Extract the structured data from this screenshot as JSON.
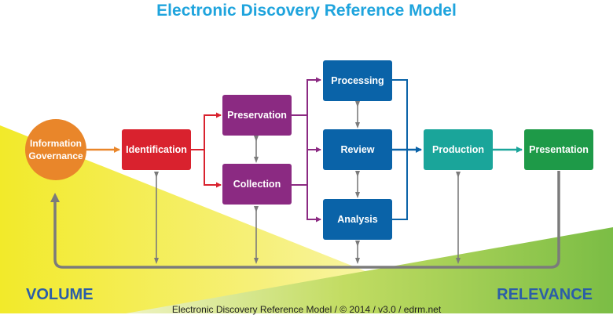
{
  "title": "Electronic Discovery Reference Model",
  "footer": "Electronic Discovery Reference Model / © 2014 / v3.0 / edrm.net",
  "labels": {
    "volume": "VOLUME",
    "relevance": "RELEVANCE"
  },
  "nodes": {
    "governance": {
      "line1": "Information",
      "line2": "Governance",
      "color": "#e9862a"
    },
    "identification": {
      "label": "Identification",
      "color": "#d9222e"
    },
    "preservation": {
      "label": "Preservation",
      "color": "#8b2a82"
    },
    "collection": {
      "label": "Collection",
      "color": "#8b2a82"
    },
    "processing": {
      "label": "Processing",
      "color": "#0a63a8"
    },
    "review": {
      "label": "Review",
      "color": "#0a63a8"
    },
    "analysis": {
      "label": "Analysis",
      "color": "#0a63a8"
    },
    "production": {
      "label": "Production",
      "color": "#1aa59a"
    },
    "presentation": {
      "label": "Presentation",
      "color": "#1e9a48"
    }
  },
  "colors": {
    "volume_wedge": "#f4ee3a",
    "relevance_wedge": "#82c045",
    "connector_gray": "#7b7b7b"
  }
}
